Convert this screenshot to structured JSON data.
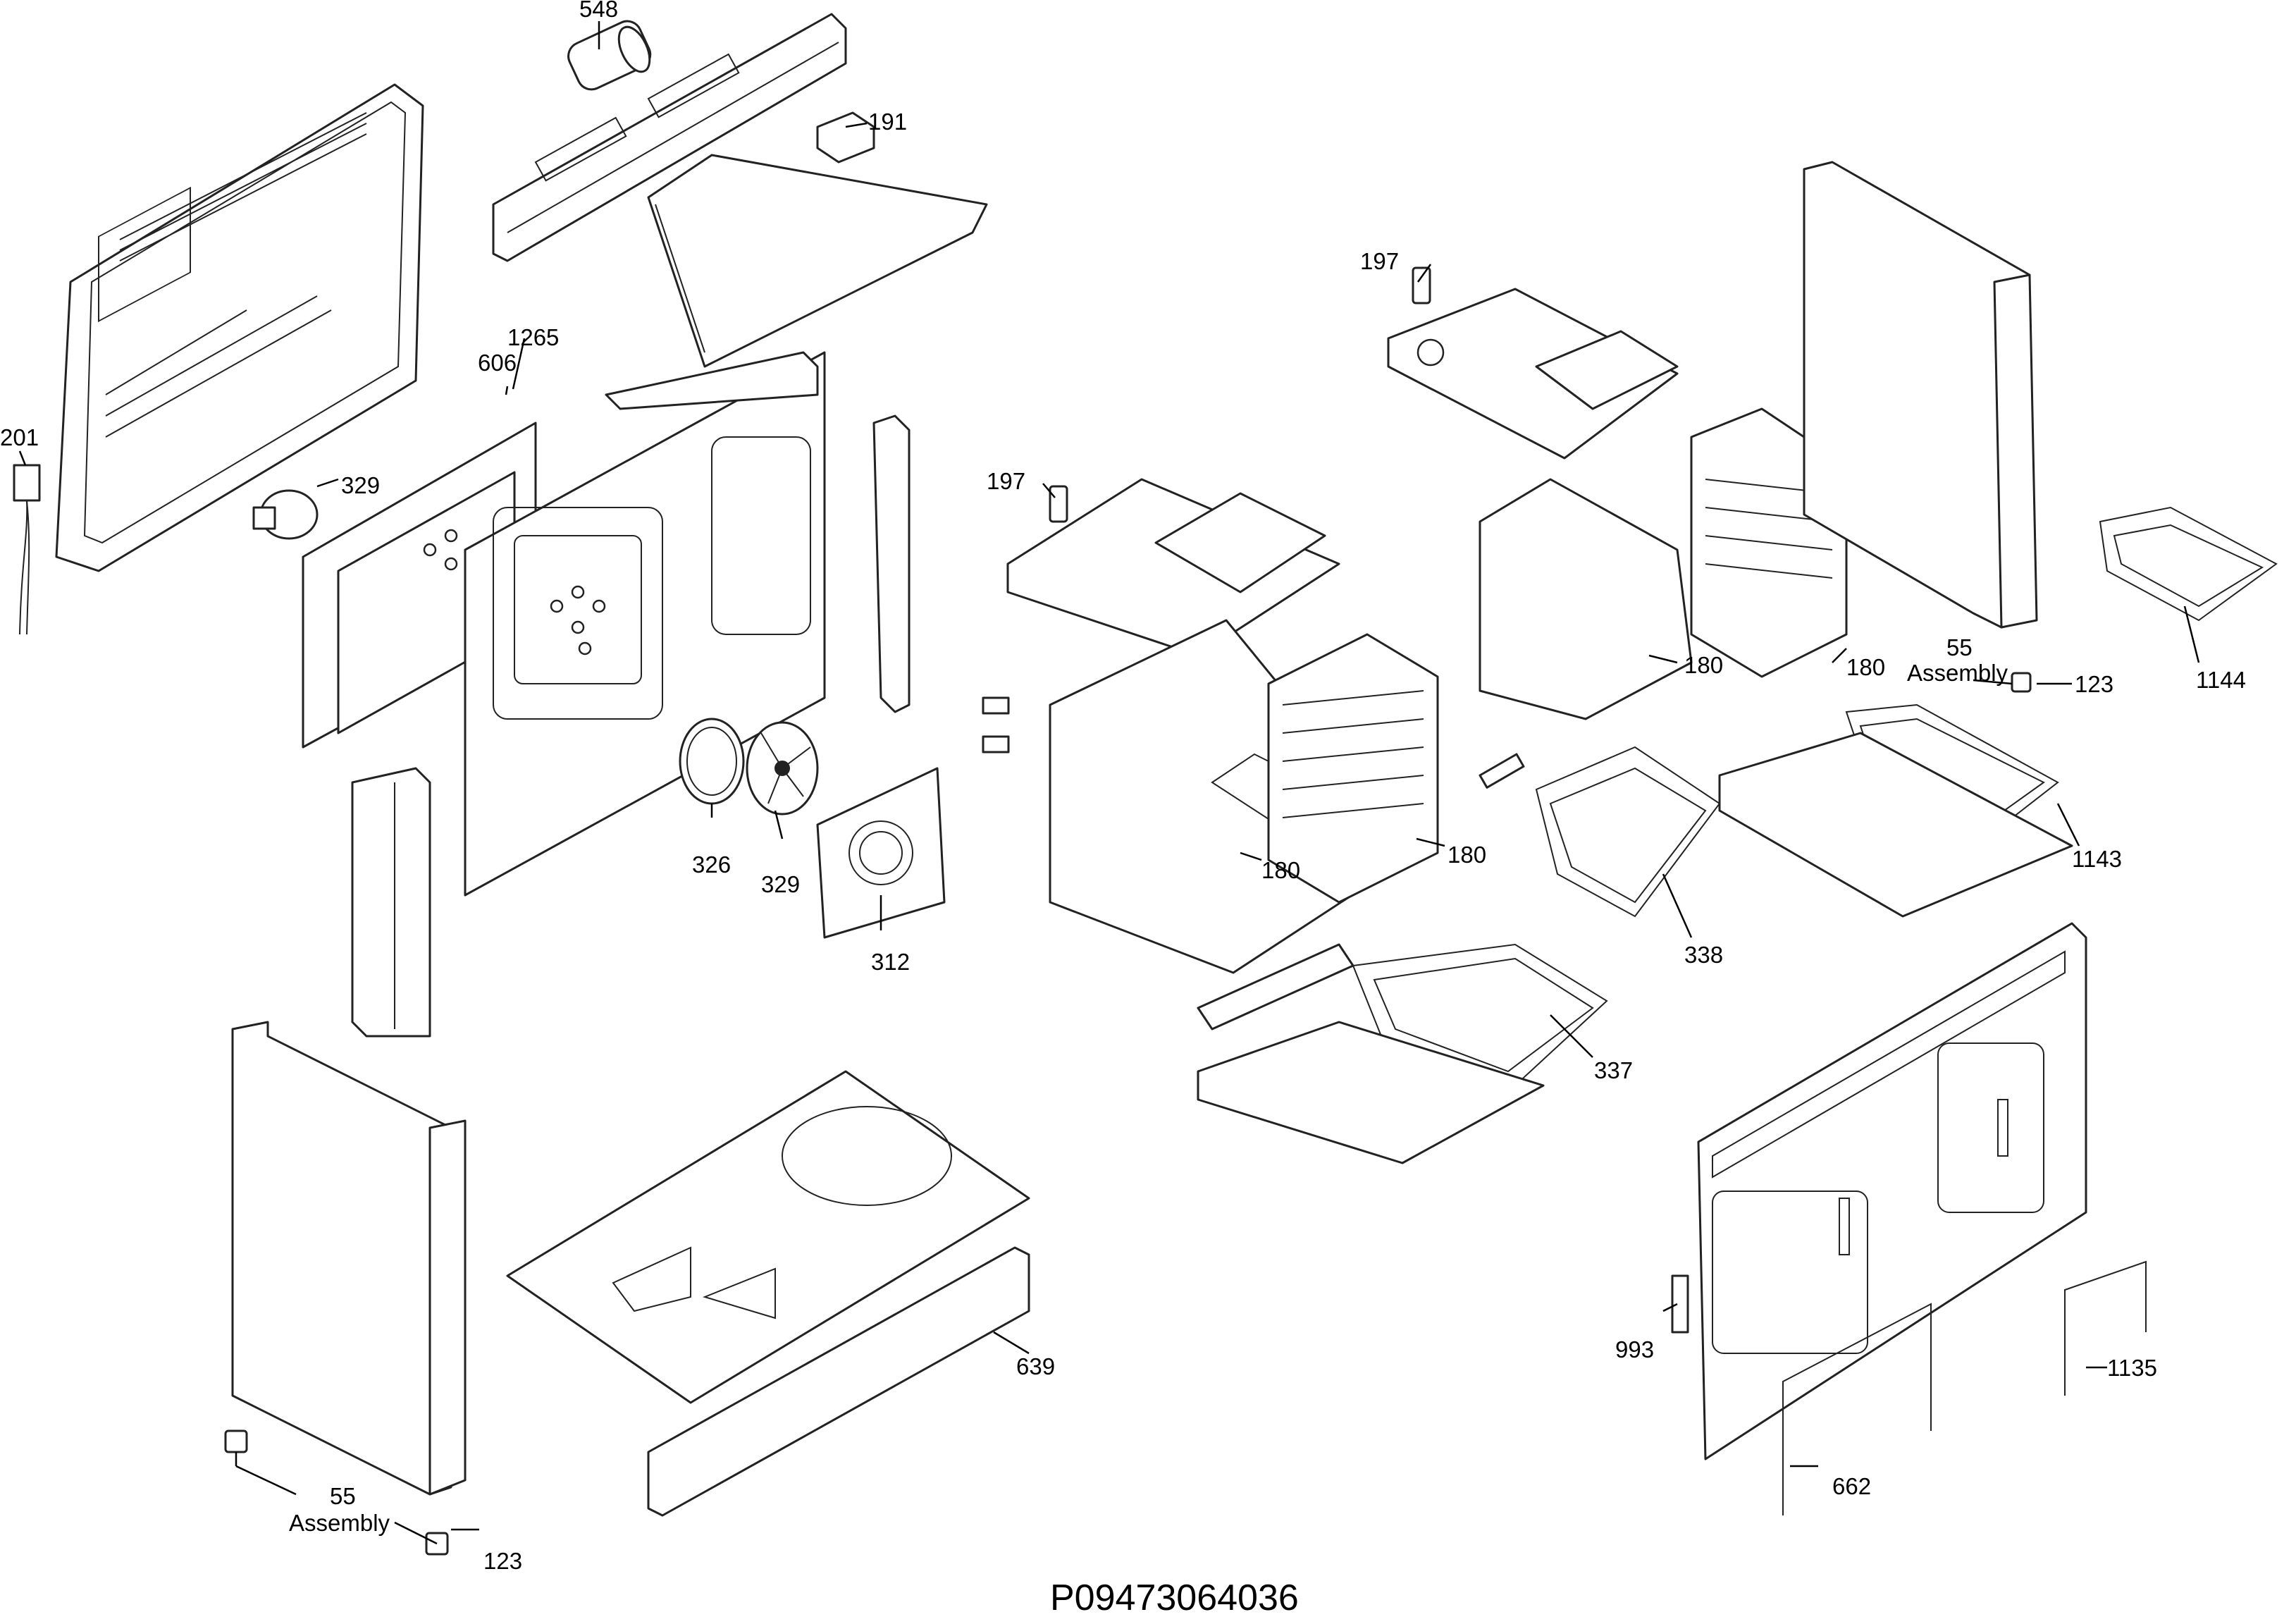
{
  "drawing_code": "P09473064036",
  "labels": {
    "l548": "548",
    "l191": "191",
    "l201": "201",
    "l1265": "1265",
    "l606": "606",
    "l329a": "329",
    "l197a": "197",
    "l197b": "197",
    "l180a": "180",
    "l180b": "180",
    "l180c": "180",
    "l180d": "180",
    "l55a": "55",
    "l55a_sub": "Assembly",
    "l123a": "123",
    "l1144": "1144",
    "l1143": "1143",
    "l326": "326",
    "l329b": "329",
    "l312": "312",
    "l338": "338",
    "l337": "337",
    "l639": "639",
    "l55b": "55",
    "l55b_sub": "Assembly",
    "l123b": "123",
    "l993": "993",
    "l1135": "1135",
    "l662": "662"
  }
}
